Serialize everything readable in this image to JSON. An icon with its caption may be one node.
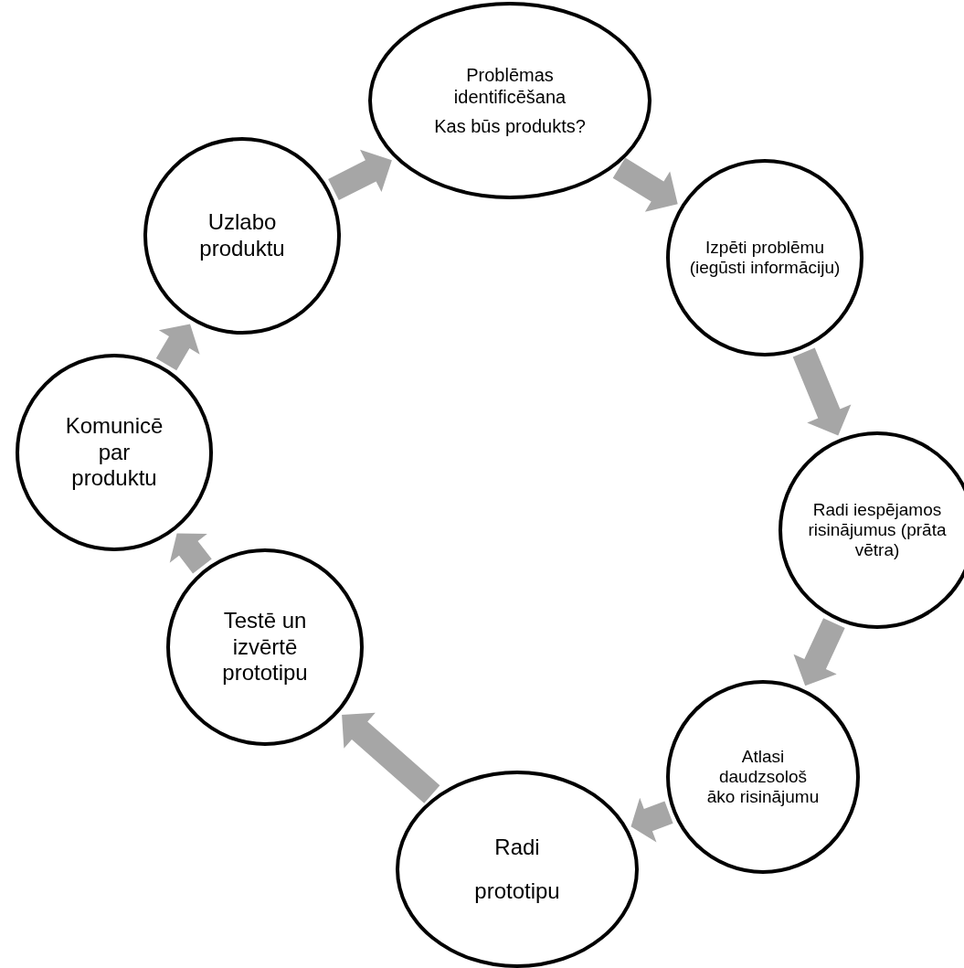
{
  "diagram": {
    "nodes": [
      {
        "text": [
          "Problēmas identificēšana",
          "Kas būs produkts?"
        ]
      },
      {
        "text": [
          "Izpēti problēmu (iegūsti informāciju)"
        ]
      },
      {
        "text": [
          "Radi iespējamos risinājumus (prāta vētra)"
        ]
      },
      {
        "text": [
          "Atlasi daudzsološ āko risinājumu"
        ]
      },
      {
        "text": [
          "Radi prototipu"
        ]
      },
      {
        "text": [
          "Testē un izvērtē prototipu"
        ]
      },
      {
        "text": [
          "Komunicē par produktu"
        ]
      },
      {
        "text": [
          "Uzlabo produktu"
        ]
      }
    ],
    "edges": [
      {
        "from": 0,
        "to": 1,
        "arrow": "to"
      },
      {
        "from": 1,
        "to": 2,
        "arrow": "to"
      },
      {
        "from": 2,
        "to": 3,
        "arrow": "to"
      },
      {
        "from": 3,
        "to": 4,
        "arrow": "to"
      },
      {
        "from": 4,
        "to": 5,
        "arrow": "to"
      },
      {
        "from": 5,
        "to": 6,
        "arrow": "to"
      },
      {
        "from": 6,
        "to": 7,
        "arrow": "to"
      },
      {
        "from": 7,
        "to": 0,
        "arrow": "to"
      }
    ]
  }
}
